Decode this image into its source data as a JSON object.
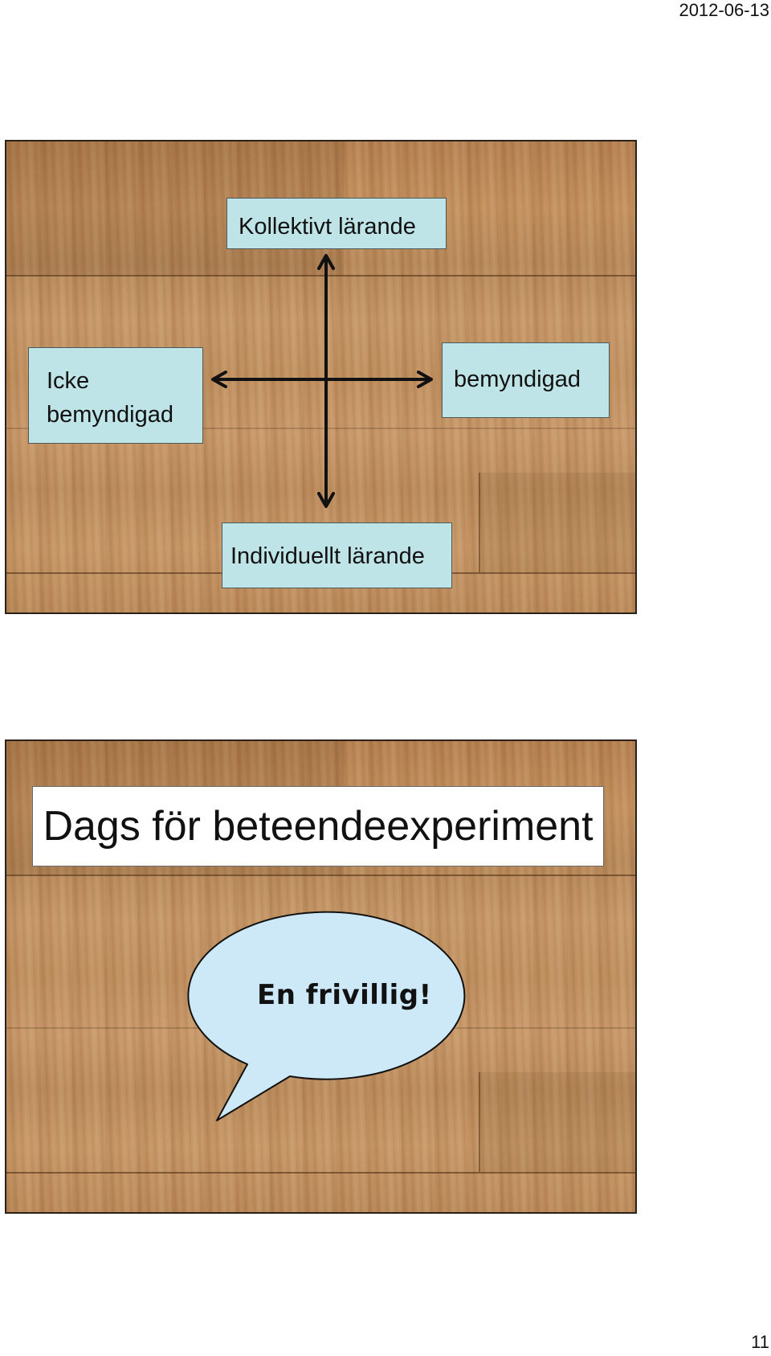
{
  "header": {
    "date": "2012-06-13"
  },
  "footer": {
    "page_number": "11"
  },
  "slide1": {
    "top_label": "Kollektivt lärande",
    "left_label_line1": "Icke",
    "left_label_line2": "bemyndigad",
    "right_label": "bemyndigad",
    "bottom_label": "Individuellt lärande",
    "box_color": "#bfe4e8"
  },
  "slide2": {
    "title": "Dags för beteendeexperiment",
    "bubble_text": "En frivillig!",
    "bubble_color": "#cde9f7"
  }
}
